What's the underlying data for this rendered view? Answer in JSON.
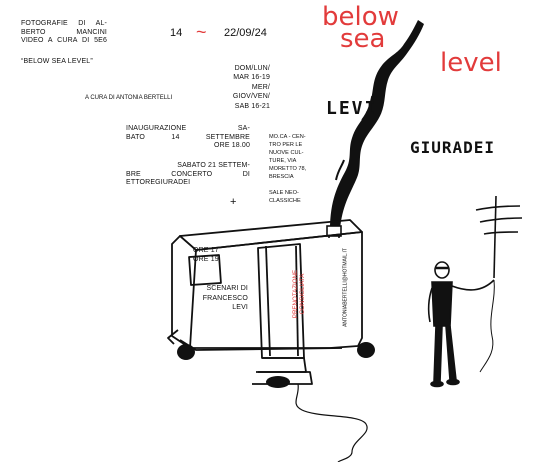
{
  "credits": {
    "photos_line1": "FOTOGRAFIE DI AL-",
    "photos_line2": "BERTO MANCINI",
    "video_line": "VIDEO A CURA DI 5E6",
    "work_title": "“BELOW SEA LEVEL”",
    "curator": "A CURA DI ANTONIA BERTELLI"
  },
  "dates": {
    "start": "14",
    "separator": "~",
    "end": "22/09/24"
  },
  "hours": {
    "line1": "DOM/LUN/",
    "line2": "MAR 16-19",
    "line3": "MER/",
    "line4": "GIOV/VEN/",
    "line5": "SAB 16-21"
  },
  "title": {
    "word1": "below",
    "word2": "sea",
    "word3": "level"
  },
  "artists": {
    "first": "LEVI",
    "second": "GIURADEI"
  },
  "events": {
    "inauguration_1": "INAUGURAZIONE SA-",
    "inauguration_2": "BATO 14 SETTEMBRE",
    "inauguration_3": "ORE 18.00",
    "concert_1": "SABATO 21 SETTEM-",
    "concert_2": "BRE CONCERTO DI",
    "concert_3": "ETTOREGIURADEI"
  },
  "venue": {
    "line1": "MO.CA - CEN-",
    "line2": "TRO PER LE",
    "line3": "NUOVE CUL-",
    "line4": "TURE, VIA",
    "line5": "MORETTO 78,",
    "line6": "BRESCIA",
    "line7": "SALE NEO-",
    "line8": "CLASSICHE"
  },
  "plus": "+",
  "caravan_window": {
    "line1": "ORE 17",
    "line2": "ORE 19"
  },
  "scenery": {
    "line1": "SCENARI DI",
    "line2": "FRANCESCO",
    "line3": "LEVI"
  },
  "booking": {
    "label_line1": "PRENOTAZIONE",
    "label_line2": "CONSIGLIATA",
    "contact": "ANTONIABERTELLI@HOTMAIL.IT"
  },
  "colors": {
    "accent": "#e23b3b",
    "ink": "#111111",
    "background": "#ffffff"
  }
}
